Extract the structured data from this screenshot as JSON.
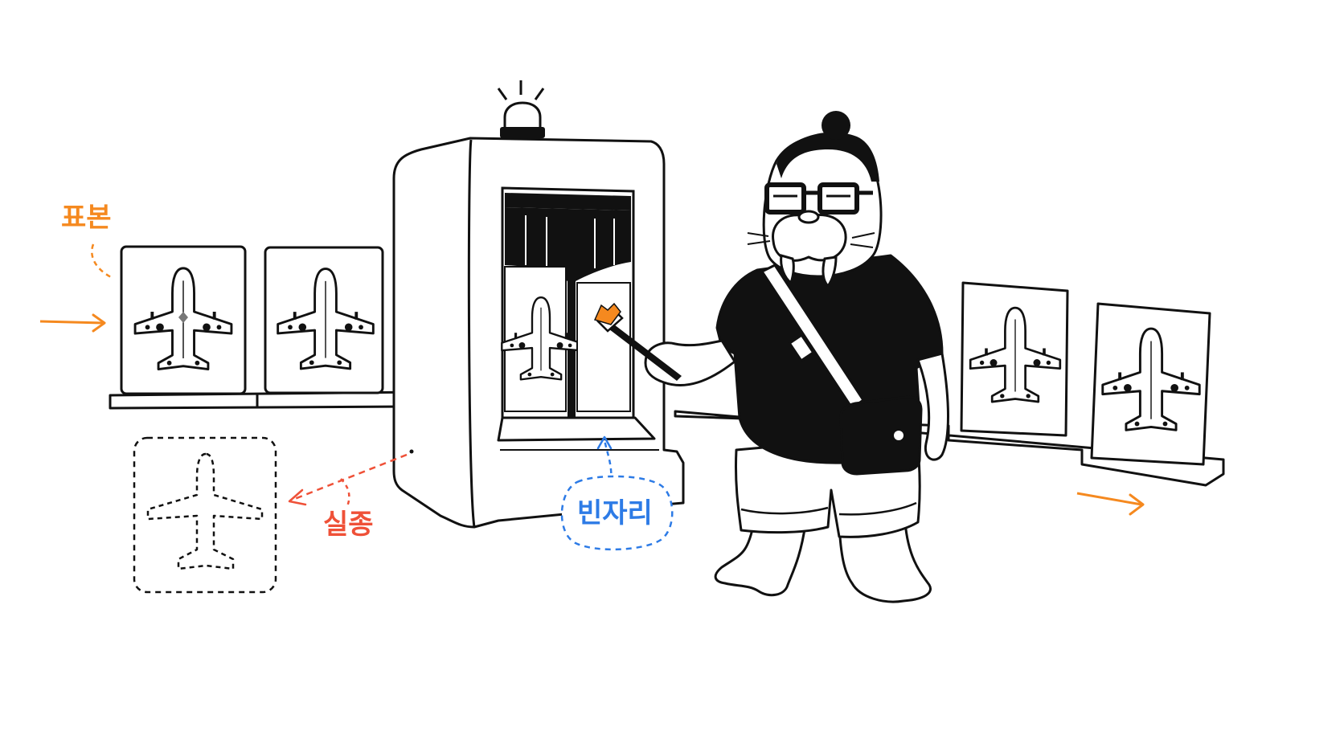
{
  "labels": {
    "sample": "표본",
    "missing": "실종",
    "gap": "빈자리"
  },
  "colors": {
    "sample_accent": "#f5891f",
    "missing_accent": "#ef5138",
    "gap_accent": "#2d7be6",
    "ink": "#111111",
    "paper": "#ffffff"
  },
  "icons": {
    "card": "airplane-card-icon",
    "ghost_card": "airplane-outline-icon",
    "alarm": "siren-icon",
    "tool": "paintbrush-icon",
    "character": "walrus-character"
  }
}
